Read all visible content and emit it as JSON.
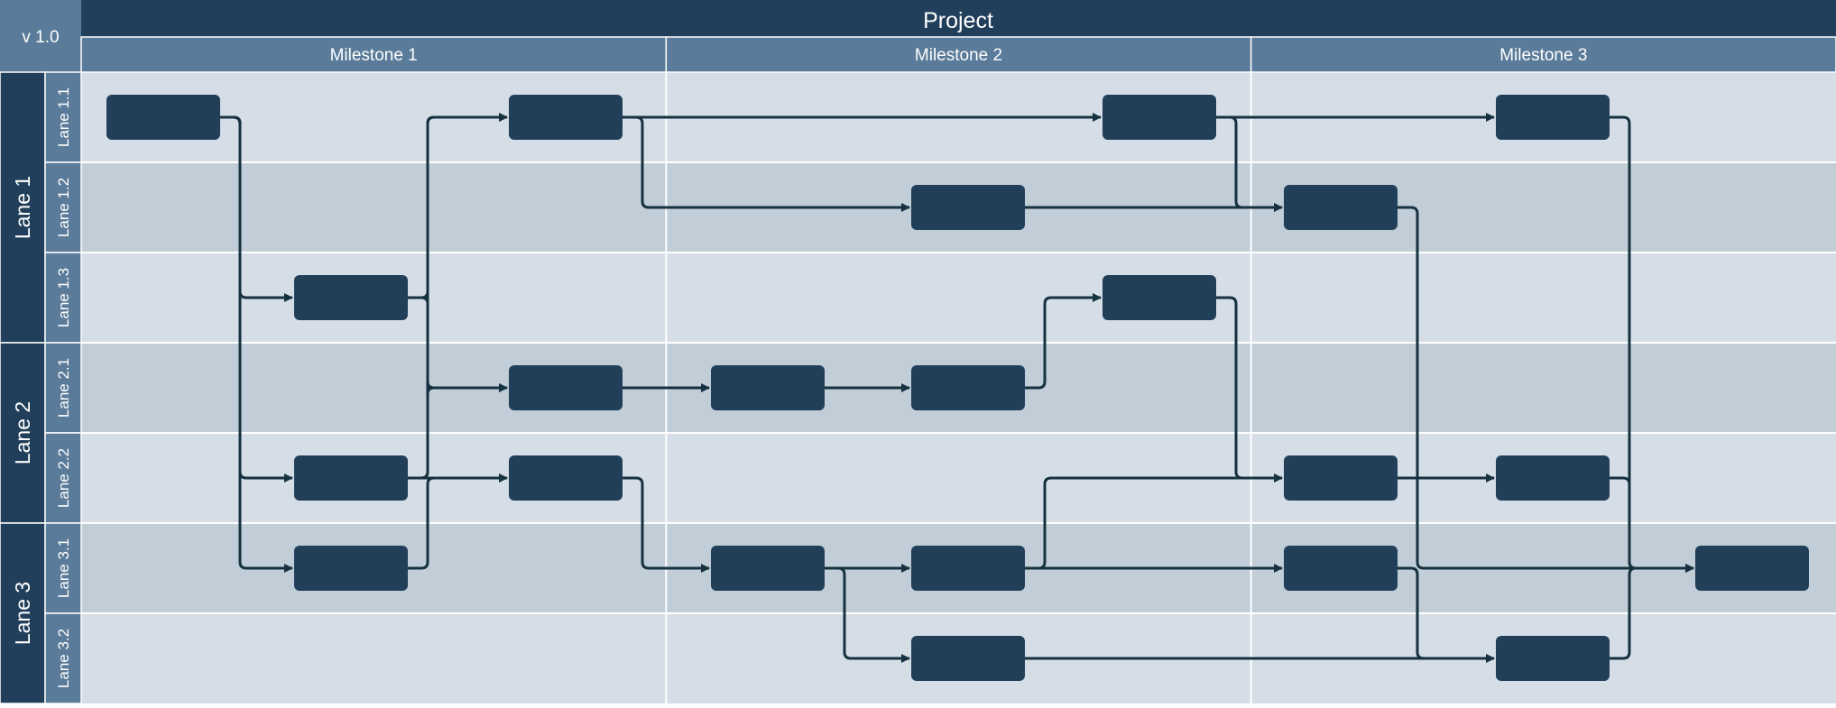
{
  "version": "v 1.0",
  "title": "Project",
  "milestones": [
    "Milestone 1",
    "Milestone 2",
    "Milestone 3"
  ],
  "groups": [
    {
      "label": "Lane 1",
      "lanes": [
        "Lane 1.1",
        "Lane 1.2",
        "Lane 1.3"
      ]
    },
    {
      "label": "Lane 2",
      "lanes": [
        "Lane 2.1",
        "Lane 2.2"
      ]
    },
    {
      "label": "Lane 3",
      "lanes": [
        "Lane 3.1",
        "Lane 3.2"
      ]
    }
  ],
  "colors": {
    "header": "#213f5a",
    "subheader": "#5a7b99",
    "lane_light": "#d5dee6",
    "lane_dark": "#c1cdd7",
    "task": "#223f5a",
    "connector": "#16313f"
  },
  "tasks": [
    {
      "id": "t1",
      "lane": "Lane 1.1",
      "stage": 1
    },
    {
      "id": "t2",
      "lane": "Lane 1.3",
      "stage": 2
    },
    {
      "id": "t3",
      "lane": "Lane 2.2",
      "stage": 2
    },
    {
      "id": "t4",
      "lane": "Lane 3.1",
      "stage": 2
    },
    {
      "id": "t5",
      "lane": "Lane 1.1",
      "stage": 3
    },
    {
      "id": "t6",
      "lane": "Lane 2.1",
      "stage": 3
    },
    {
      "id": "t7",
      "lane": "Lane 2.2",
      "stage": 3
    },
    {
      "id": "t8",
      "lane": "Lane 2.1",
      "stage": 4
    },
    {
      "id": "t9",
      "lane": "Lane 3.1",
      "stage": 4
    },
    {
      "id": "t10",
      "lane": "Lane 1.2",
      "stage": 5
    },
    {
      "id": "t11",
      "lane": "Lane 2.1",
      "stage": 5
    },
    {
      "id": "t12",
      "lane": "Lane 3.1",
      "stage": 5
    },
    {
      "id": "t13",
      "lane": "Lane 3.2",
      "stage": 5
    },
    {
      "id": "t14",
      "lane": "Lane 1.1",
      "stage": 6
    },
    {
      "id": "t15",
      "lane": "Lane 1.3",
      "stage": 6
    },
    {
      "id": "t16",
      "lane": "Lane 1.2",
      "stage": 7
    },
    {
      "id": "t17",
      "lane": "Lane 2.2",
      "stage": 7
    },
    {
      "id": "t18",
      "lane": "Lane 3.1",
      "stage": 7
    },
    {
      "id": "t19",
      "lane": "Lane 1.1",
      "stage": 8
    },
    {
      "id": "t20",
      "lane": "Lane 2.2",
      "stage": 8
    },
    {
      "id": "t21",
      "lane": "Lane 3.2",
      "stage": 8
    },
    {
      "id": "t22",
      "lane": "Lane 3.1",
      "stage": 9
    }
  ],
  "links": [
    {
      "from": "t1",
      "to": "t2"
    },
    {
      "from": "t1",
      "to": "t3"
    },
    {
      "from": "t1",
      "to": "t4"
    },
    {
      "from": "t2",
      "to": "t5"
    },
    {
      "from": "t2",
      "to": "t6"
    },
    {
      "from": "t3",
      "to": "t5"
    },
    {
      "from": "t3",
      "to": "t6"
    },
    {
      "from": "t4",
      "to": "t7"
    },
    {
      "from": "t3",
      "to": "t7"
    },
    {
      "from": "t5",
      "to": "t14"
    },
    {
      "from": "t5",
      "to": "t10"
    },
    {
      "from": "t6",
      "to": "t8"
    },
    {
      "from": "t8",
      "to": "t11"
    },
    {
      "from": "t11",
      "to": "t15"
    },
    {
      "from": "t7",
      "to": "t9"
    },
    {
      "from": "t9",
      "to": "t12"
    },
    {
      "from": "t9",
      "to": "t13"
    },
    {
      "from": "t12",
      "to": "t17"
    },
    {
      "from": "t12",
      "to": "t18"
    },
    {
      "from": "t10",
      "to": "t16"
    },
    {
      "from": "t14",
      "to": "t16"
    },
    {
      "from": "t14",
      "to": "t19"
    },
    {
      "from": "t15",
      "to": "t17"
    },
    {
      "from": "t17",
      "to": "t20"
    },
    {
      "from": "t18",
      "to": "t21"
    },
    {
      "from": "t13",
      "to": "t21"
    },
    {
      "from": "t16",
      "to": "t22"
    },
    {
      "from": "t19",
      "to": "t22"
    },
    {
      "from": "t20",
      "to": "t22"
    },
    {
      "from": "t21",
      "to": "t22"
    }
  ]
}
